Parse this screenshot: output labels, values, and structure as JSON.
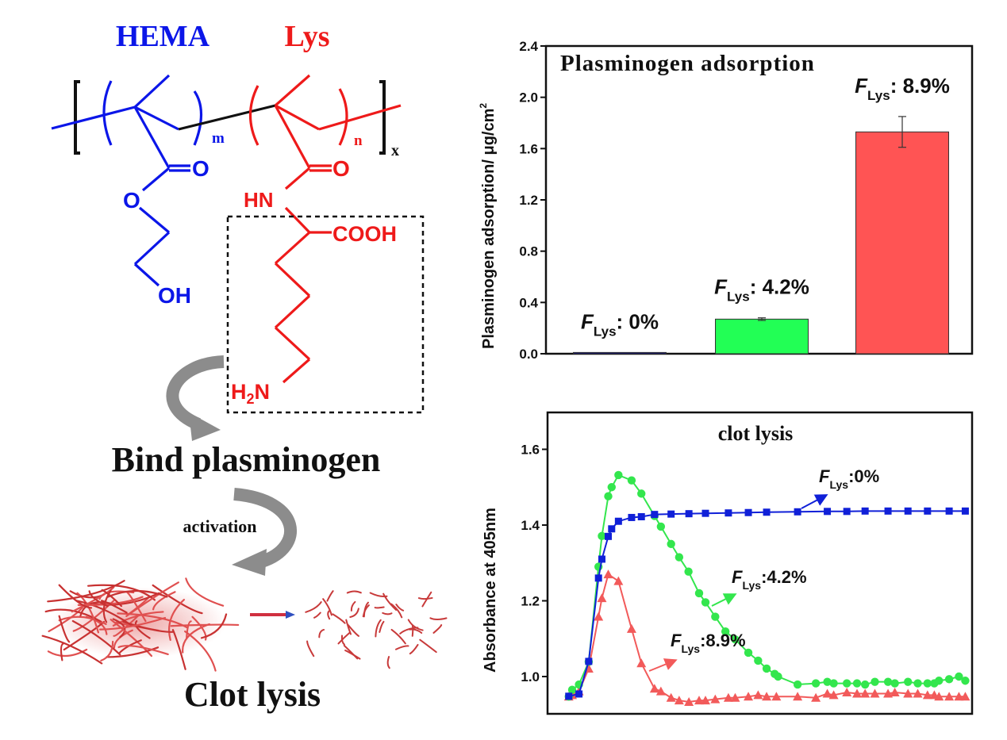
{
  "colors": {
    "hema": "#0b16e8",
    "lys": "#ee1a1a",
    "arrow_gray": "#8c8c8c",
    "bar_0": "#08088f",
    "bar_42": "#22ff55",
    "bar_89": "#ff5454",
    "line_0": "#1020d8",
    "line_42": "#33e64d",
    "line_89": "#f25a5a"
  },
  "structure": {
    "hema_label": "HEMA",
    "lys_label": "Lys",
    "repeat_m": "m",
    "repeat_n": "n",
    "repeat_x": "x",
    "hema_carbonyl_o": "O",
    "hema_ester_o": "O",
    "hema_oh": "OH",
    "lys_carbonyl_o": "O",
    "lys_hn": "HN",
    "lys_cooh": "COOH",
    "lys_h2n": {
      "h": "H",
      "sub": "2",
      "n": "N"
    }
  },
  "scheme": {
    "bind_label": "Bind plasminogen",
    "activation_label": "activation",
    "clot_lysis_label": "Clot lysis"
  },
  "chart_data": [
    {
      "type": "bar",
      "title": "Plasminogen adsorption",
      "xlabel": "",
      "ylabel": "Plasminogen adsorption/ μg/cm",
      "ylabel_sup": "2",
      "ylim": [
        0,
        2.4
      ],
      "yticks": [
        "0.0",
        "0.4",
        "0.8",
        "1.2",
        "1.6",
        "2.0",
        "2.4"
      ],
      "categories": [
        {
          "symbol": "F",
          "sub": "Lys",
          "value": ": 0%"
        },
        {
          "symbol": "F",
          "sub": "Lys",
          "value": ": 4.2%"
        },
        {
          "symbol": "F",
          "sub": "Lys",
          "value": ": 8.9%"
        }
      ],
      "values": [
        0.01,
        0.27,
        1.73
      ],
      "errors": [
        0.0,
        0.01,
        0.12
      ]
    },
    {
      "type": "line",
      "title": "clot lysis",
      "xlabel": "",
      "ylabel": "Absorbance at 405nm",
      "xlim": [
        0,
        100
      ],
      "ylim": [
        0.9,
        1.7
      ],
      "yticks": [
        "1.0",
        "1.2",
        "1.4",
        "1.6"
      ],
      "series": [
        {
          "name": {
            "symbol": "F",
            "sub": "Lys",
            "value": ":0%"
          },
          "marker": "square",
          "points": [
            [
              5.0,
              0.948
            ],
            [
              7.4,
              0.954
            ],
            [
              9.7,
              1.04
            ],
            [
              12.0,
              1.26
            ],
            [
              12.8,
              1.31
            ],
            [
              14.3,
              1.37
            ],
            [
              15.1,
              1.39
            ],
            [
              16.7,
              1.41
            ],
            [
              19.8,
              1.42
            ],
            [
              22.1,
              1.422
            ],
            [
              25.2,
              1.428
            ],
            [
              29.1,
              1.429
            ],
            [
              33.3,
              1.43
            ],
            [
              37.2,
              1.431
            ],
            [
              42.6,
              1.432
            ],
            [
              47.3,
              1.433
            ],
            [
              51.6,
              1.434
            ],
            [
              58.9,
              1.435
            ],
            [
              65.9,
              1.436
            ],
            [
              70.5,
              1.436
            ],
            [
              74.8,
              1.437
            ],
            [
              80.2,
              1.437
            ],
            [
              84.9,
              1.437
            ],
            [
              89.5,
              1.437
            ],
            [
              94.6,
              1.437
            ],
            [
              98.4,
              1.437
            ]
          ]
        },
        {
          "name": {
            "symbol": "F",
            "sub": "Lys",
            "value": ":4.2%"
          },
          "marker": "circle",
          "points": [
            [
              5.0,
              0.947
            ],
            [
              5.8,
              0.965
            ],
            [
              7.4,
              0.979
            ],
            [
              9.7,
              1.039
            ],
            [
              12.0,
              1.29
            ],
            [
              12.8,
              1.371
            ],
            [
              14.3,
              1.476
            ],
            [
              15.1,
              1.5
            ],
            [
              16.7,
              1.532
            ],
            [
              19.8,
              1.518
            ],
            [
              22.1,
              1.483
            ],
            [
              25.2,
              1.424
            ],
            [
              26.7,
              1.396
            ],
            [
              29.1,
              1.35
            ],
            [
              31.0,
              1.315
            ],
            [
              33.2,
              1.277
            ],
            [
              35.7,
              1.22
            ],
            [
              37.2,
              1.196
            ],
            [
              39.5,
              1.158
            ],
            [
              41.9,
              1.119
            ],
            [
              44.2,
              1.098
            ],
            [
              47.3,
              1.063
            ],
            [
              49.6,
              1.042
            ],
            [
              51.6,
              1.021
            ],
            [
              53.5,
              1.007
            ],
            [
              54.3,
              1.0
            ],
            [
              58.9,
              0.979
            ],
            [
              63.2,
              0.982
            ],
            [
              65.9,
              0.986
            ],
            [
              67.4,
              0.982
            ],
            [
              70.5,
              0.982
            ],
            [
              72.9,
              0.982
            ],
            [
              74.8,
              0.979
            ],
            [
              77.1,
              0.986
            ],
            [
              80.2,
              0.986
            ],
            [
              81.8,
              0.982
            ],
            [
              84.9,
              0.986
            ],
            [
              87.2,
              0.982
            ],
            [
              89.5,
              0.982
            ],
            [
              91.1,
              0.982
            ],
            [
              92.2,
              0.989
            ],
            [
              94.6,
              0.993
            ],
            [
              96.9,
              1.0
            ],
            [
              98.4,
              0.989
            ]
          ]
        },
        {
          "name": {
            "symbol": "F",
            "sub": "Lys",
            "value": ":8.9%"
          },
          "marker": "triangle",
          "points": [
            [
              5.0,
              0.947
            ],
            [
              5.8,
              0.951
            ],
            [
              7.4,
              0.961
            ],
            [
              9.7,
              1.021
            ],
            [
              12.0,
              1.158
            ],
            [
              12.8,
              1.207
            ],
            [
              14.3,
              1.27
            ],
            [
              16.7,
              1.252
            ],
            [
              19.8,
              1.126
            ],
            [
              22.1,
              1.035
            ],
            [
              25.2,
              0.968
            ],
            [
              26.7,
              0.961
            ],
            [
              29.1,
              0.944
            ],
            [
              31.0,
              0.937
            ],
            [
              33.3,
              0.933
            ],
            [
              35.7,
              0.937
            ],
            [
              37.2,
              0.937
            ],
            [
              39.5,
              0.94
            ],
            [
              42.6,
              0.944
            ],
            [
              44.2,
              0.944
            ],
            [
              47.3,
              0.947
            ],
            [
              49.6,
              0.951
            ],
            [
              51.6,
              0.947
            ],
            [
              53.9,
              0.947
            ],
            [
              58.9,
              0.947
            ],
            [
              63.2,
              0.944
            ],
            [
              65.9,
              0.955
            ],
            [
              67.4,
              0.951
            ],
            [
              70.5,
              0.958
            ],
            [
              72.9,
              0.955
            ],
            [
              74.8,
              0.955
            ],
            [
              77.1,
              0.955
            ],
            [
              80.2,
              0.955
            ],
            [
              81.8,
              0.958
            ],
            [
              84.9,
              0.955
            ],
            [
              87.2,
              0.955
            ],
            [
              89.5,
              0.951
            ],
            [
              91.1,
              0.951
            ],
            [
              92.2,
              0.947
            ],
            [
              94.6,
              0.947
            ],
            [
              96.9,
              0.947
            ],
            [
              98.4,
              0.947
            ]
          ]
        }
      ]
    }
  ]
}
